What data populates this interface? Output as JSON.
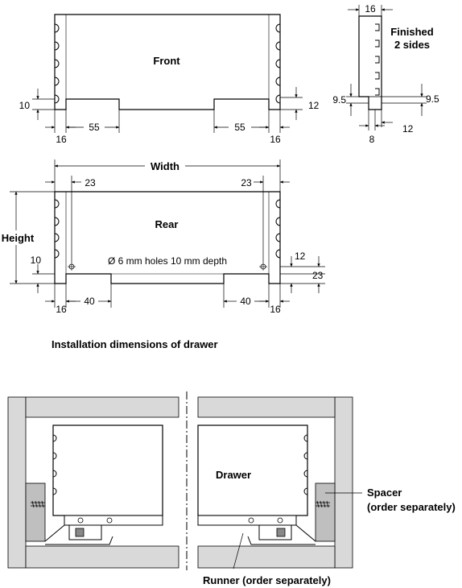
{
  "front": {
    "title": "Front",
    "dim_left_height": "10",
    "dim_right_height": "12",
    "dim_left_side": "16",
    "dim_right_side": "16",
    "dim_left_notch": "55",
    "dim_right_notch": "55"
  },
  "side_detail": {
    "top_width": "16",
    "finished_line1": "Finished",
    "finished_line2": "2 sides",
    "left_offset": "9.5",
    "right_offset": "9.5",
    "bottom_width": "8",
    "bottom_right": "12"
  },
  "rear": {
    "title": "Rear",
    "width_label": "Width",
    "height_label": "Height",
    "hole_offset_left": "23",
    "hole_offset_right": "23",
    "holes_note": "Ø 6 mm holes 10 mm depth",
    "dim_left_height": "10",
    "dim_right_12": "12",
    "dim_right_23": "23",
    "dim_left_side": "16",
    "dim_right_side": "16",
    "dim_left_notch": "40",
    "dim_right_notch": "40"
  },
  "caption": "Installation dimensions of drawer",
  "bottom": {
    "drawer_label": "Drawer",
    "spacer_line1": "Spacer",
    "spacer_line2": "(order separately)",
    "runner_label": "Runner (order separately)"
  }
}
